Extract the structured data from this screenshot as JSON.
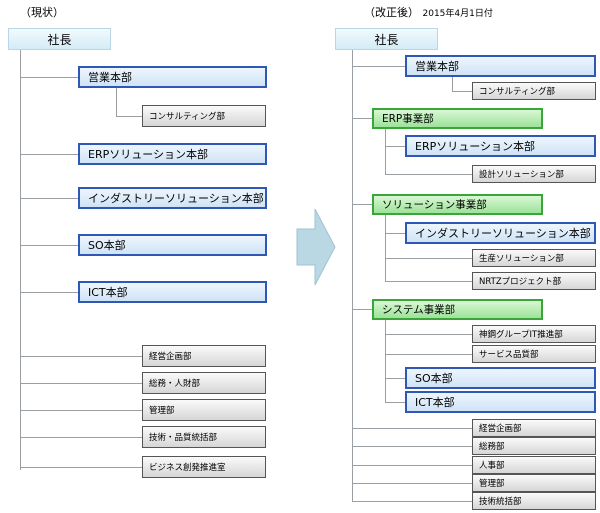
{
  "current": {
    "header": "（現状）",
    "root": "社長",
    "units": [
      "営業本部",
      "コンサルティング部",
      "ERPソリューション本部",
      "インダストリーソリューション本部",
      "SO本部",
      "ICT本部",
      "経営企画部",
      "総務・人財部",
      "管理部",
      "技術・品質統括部",
      "ビジネス創発推進室"
    ]
  },
  "revised": {
    "header": "（改正後）",
    "date": "2015年4月1日付",
    "root": "社長",
    "units": [
      "営業本部",
      "コンサルティング部",
      "ERP事業部",
      "ERPソリューション本部",
      "設計ソリューション部",
      "ソリューション事業部",
      "インダストリーソリューション本部",
      "生産ソリューション部",
      "NRTZプロジェクト部",
      "システム事業部",
      "神鋼グループIT推進部",
      "サービス品質部",
      "SO本部",
      "ICT本部",
      "経営企画部",
      "総務部",
      "人事部",
      "管理部",
      "技術統括部"
    ]
  },
  "colors": {
    "connector": "#9a9fa3",
    "blue_border": "#2f57b6",
    "green_border": "#3aa63a",
    "arrow": "#b9d8e4"
  },
  "arrow_icon": "right-arrow-icon"
}
